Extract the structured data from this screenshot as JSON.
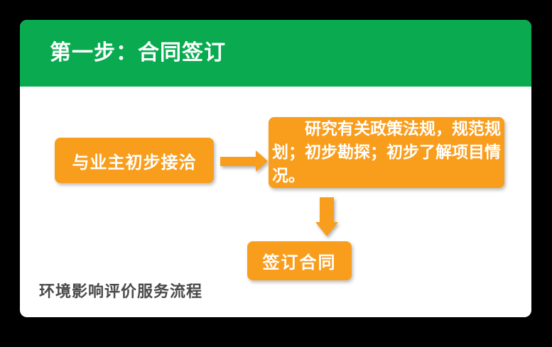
{
  "colors": {
    "canvas-bg": "#000000",
    "card-bg": "#FFFFFF",
    "brand-green": "#0AAB50",
    "accent-orange": "#F99D1C",
    "header-text": "#FFFFFF",
    "node-text": "#FFFFFF",
    "footer-text": "#4A4A4A"
  },
  "header": {
    "title": "第一步：合同签订"
  },
  "flowchart": {
    "nodes": [
      {
        "id": "initial-contact",
        "label": "与业主初步接洽"
      },
      {
        "id": "research",
        "label": "研究有关政策法规，规范规划；初步勘探；初步了解项目情况。"
      },
      {
        "id": "sign-contract",
        "label": "签订合同"
      }
    ],
    "arrows": [
      {
        "name": "arrow-right",
        "direction": "right"
      },
      {
        "name": "arrow-down",
        "direction": "down"
      }
    ]
  },
  "footer": {
    "caption": "环境影响评价服务流程"
  }
}
